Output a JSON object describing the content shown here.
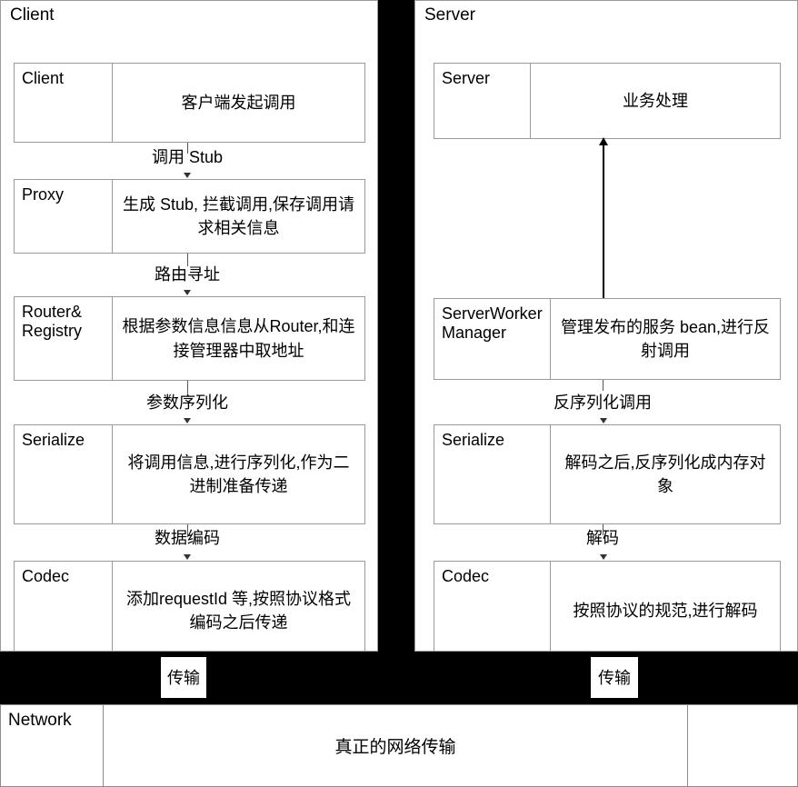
{
  "client_panel": {
    "title": "Client",
    "stages": [
      {
        "label": "Client",
        "desc": "客户端发起调用"
      },
      {
        "label": "Proxy",
        "desc": "生成 Stub, 拦截调用,保存调用请求相关信息"
      },
      {
        "label": "Router&\nRegistry",
        "desc": "根据参数信息信息从Router,和连接管理器中取地址"
      },
      {
        "label": "Serialize",
        "desc": "将调用信息,进行序列化,作为二进制准备传递"
      },
      {
        "label": "Codec",
        "desc": "添加requestId 等,按照协议格式编码之后传递"
      }
    ],
    "connectors": [
      {
        "label": "调用 Stub"
      },
      {
        "label": "路由寻址"
      },
      {
        "label": "参数序列化"
      },
      {
        "label": "数据编码"
      }
    ],
    "transport_badge": "传输"
  },
  "server_panel": {
    "title": "Server",
    "stages": [
      {
        "label": "Server",
        "desc": "业务处理"
      },
      {
        "label": "ServerWorkerManager",
        "desc": "管理发布的服务 bean,进行反射调用"
      },
      {
        "label": "Serialize",
        "desc": "解码之后,反序列化成内存对象"
      },
      {
        "label": "Codec",
        "desc": "按照协议的规范,进行解码"
      }
    ],
    "connectors": [
      {
        "label": "反序列化调用"
      },
      {
        "label": "解码"
      }
    ],
    "transport_badge": "传输"
  },
  "network_row": {
    "label": "Network",
    "content": "真正的网络传输"
  },
  "colors": {
    "background": "#000000",
    "panel": "#ffffff",
    "border": "#9a9a9a",
    "text": "#000000"
  }
}
